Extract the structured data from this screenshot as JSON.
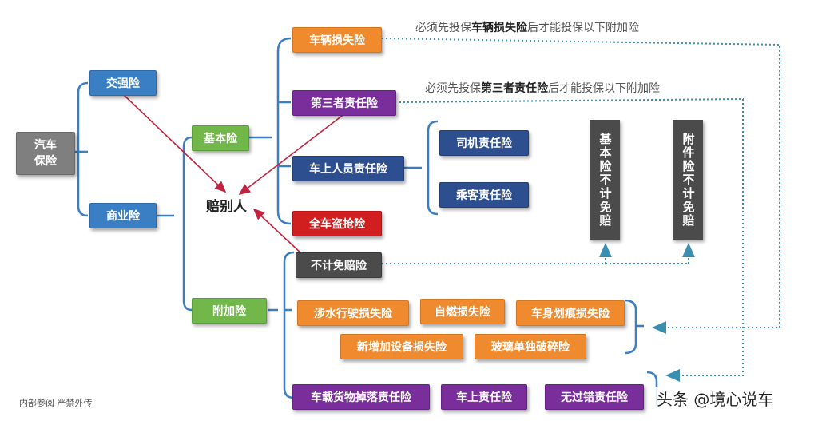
{
  "root": "汽车\n保险",
  "level1": {
    "compulsory": "交强险",
    "commercial": "商业险"
  },
  "level2": {
    "basic": "基本险",
    "additional": "附加险"
  },
  "basic_items": {
    "vehicle_loss": "车辆损失险",
    "third_party": "第三者责任险",
    "onboard_personnel": "车上人员责任险",
    "theft": "全车盗抢险",
    "non_deductible": "不计免赔险"
  },
  "personnel_items": {
    "driver": "司机责任险",
    "passenger": "乘客责任险"
  },
  "additional_items": {
    "wading": "涉水行驶损失险",
    "self_ignition": "自燃损失险",
    "scratch": "车身划痕损失险",
    "new_equipment": "新增加设备损失险",
    "glass": "玻璃单独破碎险",
    "cargo": "车载货物掉落责任险",
    "onboard_liability": "车上责任险",
    "no_fault": "无过错责任险"
  },
  "center_label": "赔别人",
  "vertical_labels": {
    "basic_non_deductible": "基本险不计免赔",
    "additional_non_deductible": "附件险不计免赔"
  },
  "notes": {
    "note1_prefix": "必须先投保",
    "note1_bold": "车辆损失险",
    "note1_suffix": "后才能投保以下附加险",
    "note2_prefix": "必须先投保",
    "note2_bold": "第三者责任险",
    "note2_suffix": "后才能投保以下附加险"
  },
  "footer": "内部参阅 严禁外传",
  "watermark": "头条 @境心说车",
  "colors": {
    "line": "#3a7fc4",
    "arrow": "#c0223f",
    "dotted": "#3a8fb0"
  }
}
